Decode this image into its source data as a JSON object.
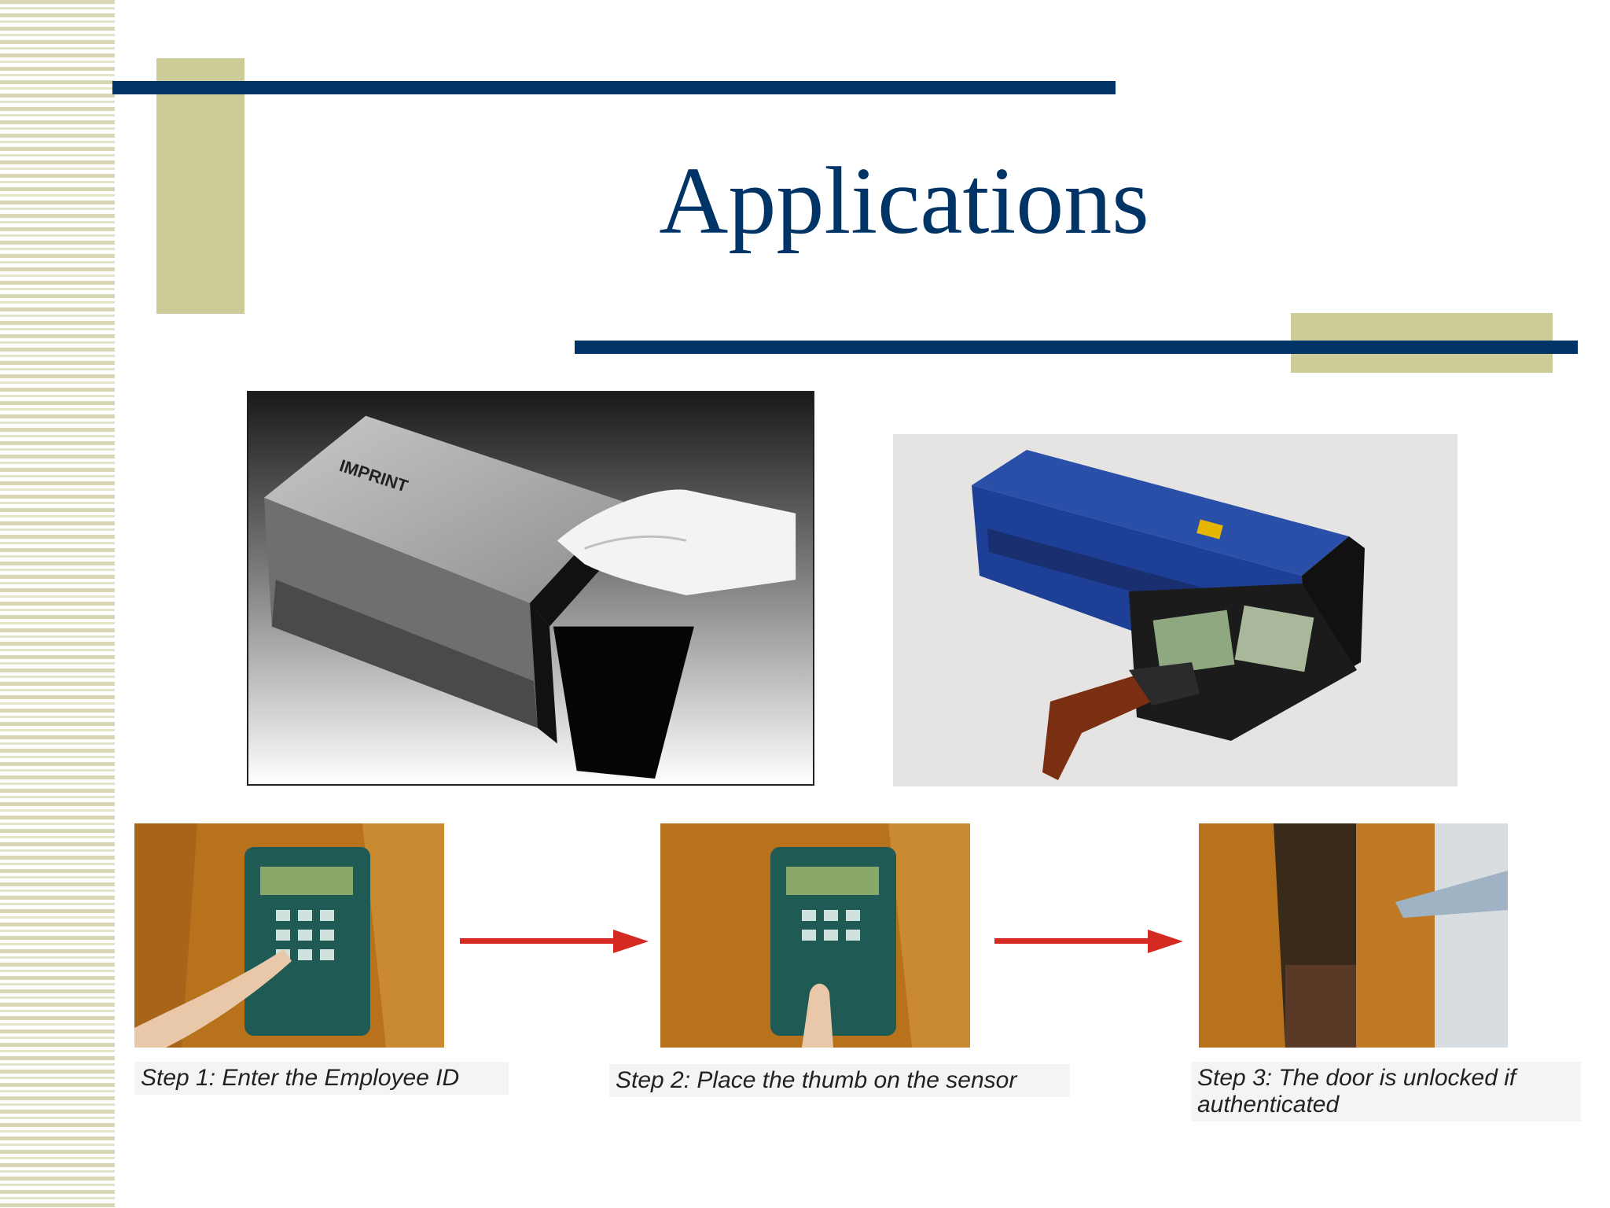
{
  "slide": {
    "title": "Applications"
  },
  "colors": {
    "accent_navy": "#003366",
    "accent_khaki": "#cccc99",
    "arrow_red": "#d42a22"
  },
  "images": {
    "top_left": {
      "label": "IMPRINT",
      "icon": "fingerprint-box-photo"
    },
    "top_right": {
      "icon": "blue-safe-photo"
    },
    "step_photos": [
      "keypad-entry-photo",
      "thumb-sensor-photo",
      "door-unlocked-photo"
    ]
  },
  "steps": [
    {
      "caption": "Step 1: Enter the Employee ID"
    },
    {
      "caption": "Step 2: Place the thumb on the sensor"
    },
    {
      "caption": "Step 3: The door is unlocked if authenticated"
    }
  ]
}
